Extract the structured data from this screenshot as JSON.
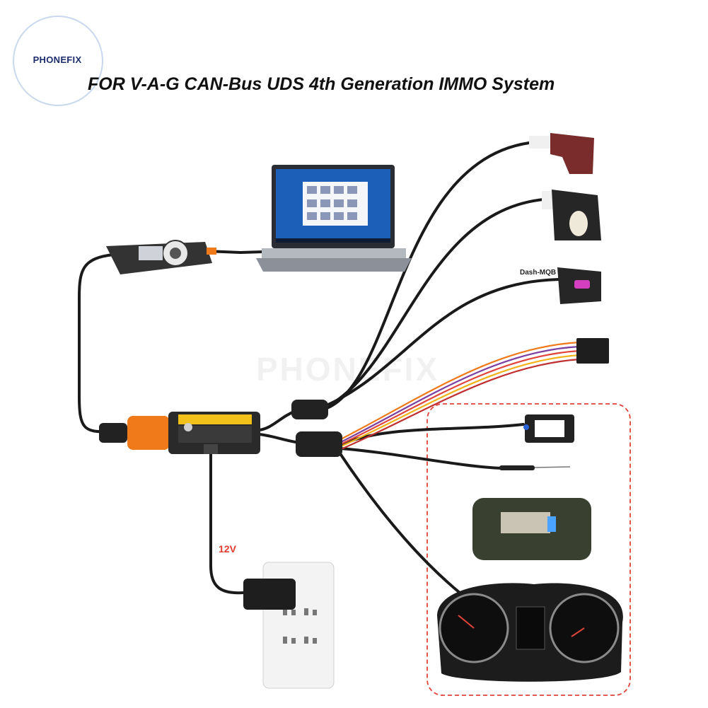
{
  "brand": {
    "name": "PHONEFIX"
  },
  "title": "FOR V-A-G CAN-Bus UDS 4th Generation IMMO System",
  "labels": {
    "power": "12V",
    "dash_connector": "Dash-MQB"
  },
  "watermark": "PHONEFIX",
  "colors": {
    "title": "#111111",
    "power_label": "#e23b2b",
    "dashed_frame": "#e0443a",
    "cable": "#1a1a1a",
    "accent_orange": "#f07a1a"
  }
}
